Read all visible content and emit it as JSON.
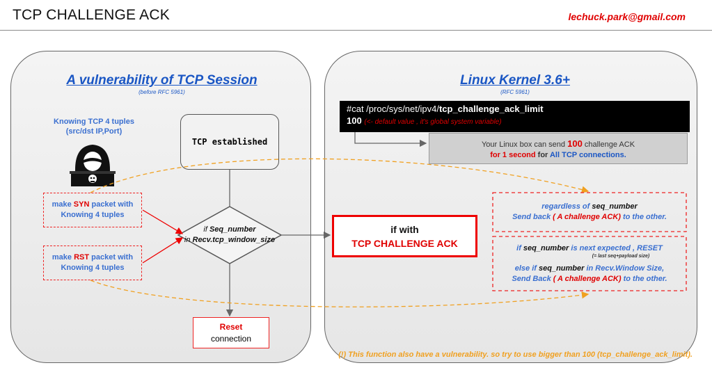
{
  "header": {
    "title": "TCP CHALLENGE ACK",
    "email": "lechuck.park@gmail.com"
  },
  "left": {
    "title": "A vulnerability of TCP Session",
    "subtitle": "(before RFC 5961)",
    "knowing_line1": "Knowing TCP 4 tuples",
    "knowing_line2": "(src/dst IP,Port)",
    "established": "TCP established",
    "syn_pre": "make ",
    "syn_word": "SYN",
    "syn_post": " packet with",
    "syn_line2": "Knowing 4 tuples",
    "rst_pre": "make ",
    "rst_word": "RST",
    "rst_post": " packet with",
    "rst_line2": "Knowing 4 tuples",
    "diamond_line1_pre": "if ",
    "diamond_line1_var": "Seq_number",
    "diamond_line2_pre": "in ",
    "diamond_line2_var": "Recv.tcp_window_size",
    "reset_label": "Reset",
    "reset_sub": "connection"
  },
  "right": {
    "title": "Linux Kernel 3.6+",
    "subtitle": "(RFC 5961)",
    "cmd_prefix": "#cat  /proc/sys/net/ipv4/",
    "cmd_file": "tcp_challenge_ack_limit",
    "cmd_value": "100",
    "cmd_comment": "(<- default value , it's global system variable)",
    "gray_pre": "Your Linux box can send ",
    "gray_value": "100",
    "gray_post": " challenge ACK",
    "gray_line2_red": "for 1 second",
    "gray_line2_mid": " for ",
    "gray_line2_blue": "All TCP connections.",
    "if_with": "if with",
    "challenge_ack": "TCP CHALLENGE ACK",
    "box1_pre": "regardless of ",
    "box1_var": "seq_number",
    "box1_line2_pre": "Send back ",
    "box1_line2_red": "( A challenge ACK)",
    "box1_line2_post": " to the other.",
    "box2_pre": "if ",
    "box2_var": "seq_number",
    "box2_post": "  is next expected , RESET",
    "box2_small": "(= last seq+payload size)",
    "box2_line3_pre": "else if ",
    "box2_line3_var": "seq_number",
    "box2_line3_post": " in Recv.Window Size,",
    "box2_line4_pre": "Send Back ",
    "box2_line4_red": "( A challenge ACK)",
    "box2_line4_post": " to the other."
  },
  "footnote": "(!) This function also have a vulnerability. so try to use bigger than 100 (tcp_challenge_ack_limit).",
  "colors": {
    "accent_red": "#e00000",
    "accent_blue": "#1a56c4",
    "orange": "#f0a020"
  }
}
